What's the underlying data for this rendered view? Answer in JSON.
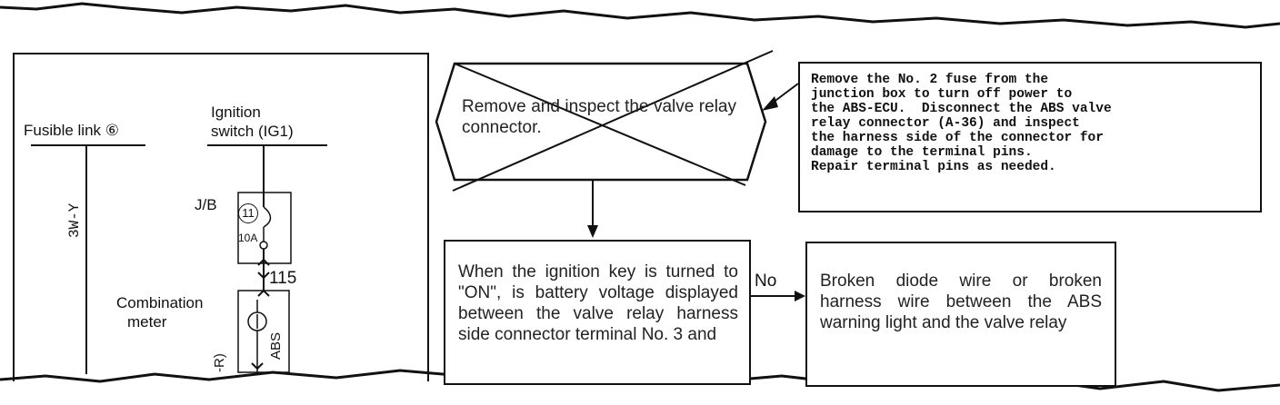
{
  "wiring": {
    "fusible_link": "Fusible link ⑥",
    "ignition_line1": "Ignition",
    "ignition_line2": "switch (IG1)",
    "wire_color": "3W-Y",
    "jb": "J/B",
    "fuse_no": "11",
    "fuse_rating": "10A",
    "terminal": "115",
    "combination_line1": "Combination",
    "combination_line2": "meter",
    "abs": "ABS",
    "r_fragment": "-R)"
  },
  "flow": {
    "step_crossed": "Remove and inspect the valve relay connector.",
    "note": "Remove the No. 2 fuse from the\njunction box to turn off power to\nthe ABS-ECU.  Disconnect the ABS valve\nrelay connector (A-36) and inspect\nthe harness side of the connector for\ndamage to the terminal pins.\nRepair terminal pins as needed.",
    "question": "When the ignition key is turned to \"ON\", is battery voltage displayed between the valve relay harness side connector terminal No. 3 and",
    "no_label": "No",
    "result": "Broken diode wire or broken harness wire between the ABS warning light and the valve relay"
  }
}
